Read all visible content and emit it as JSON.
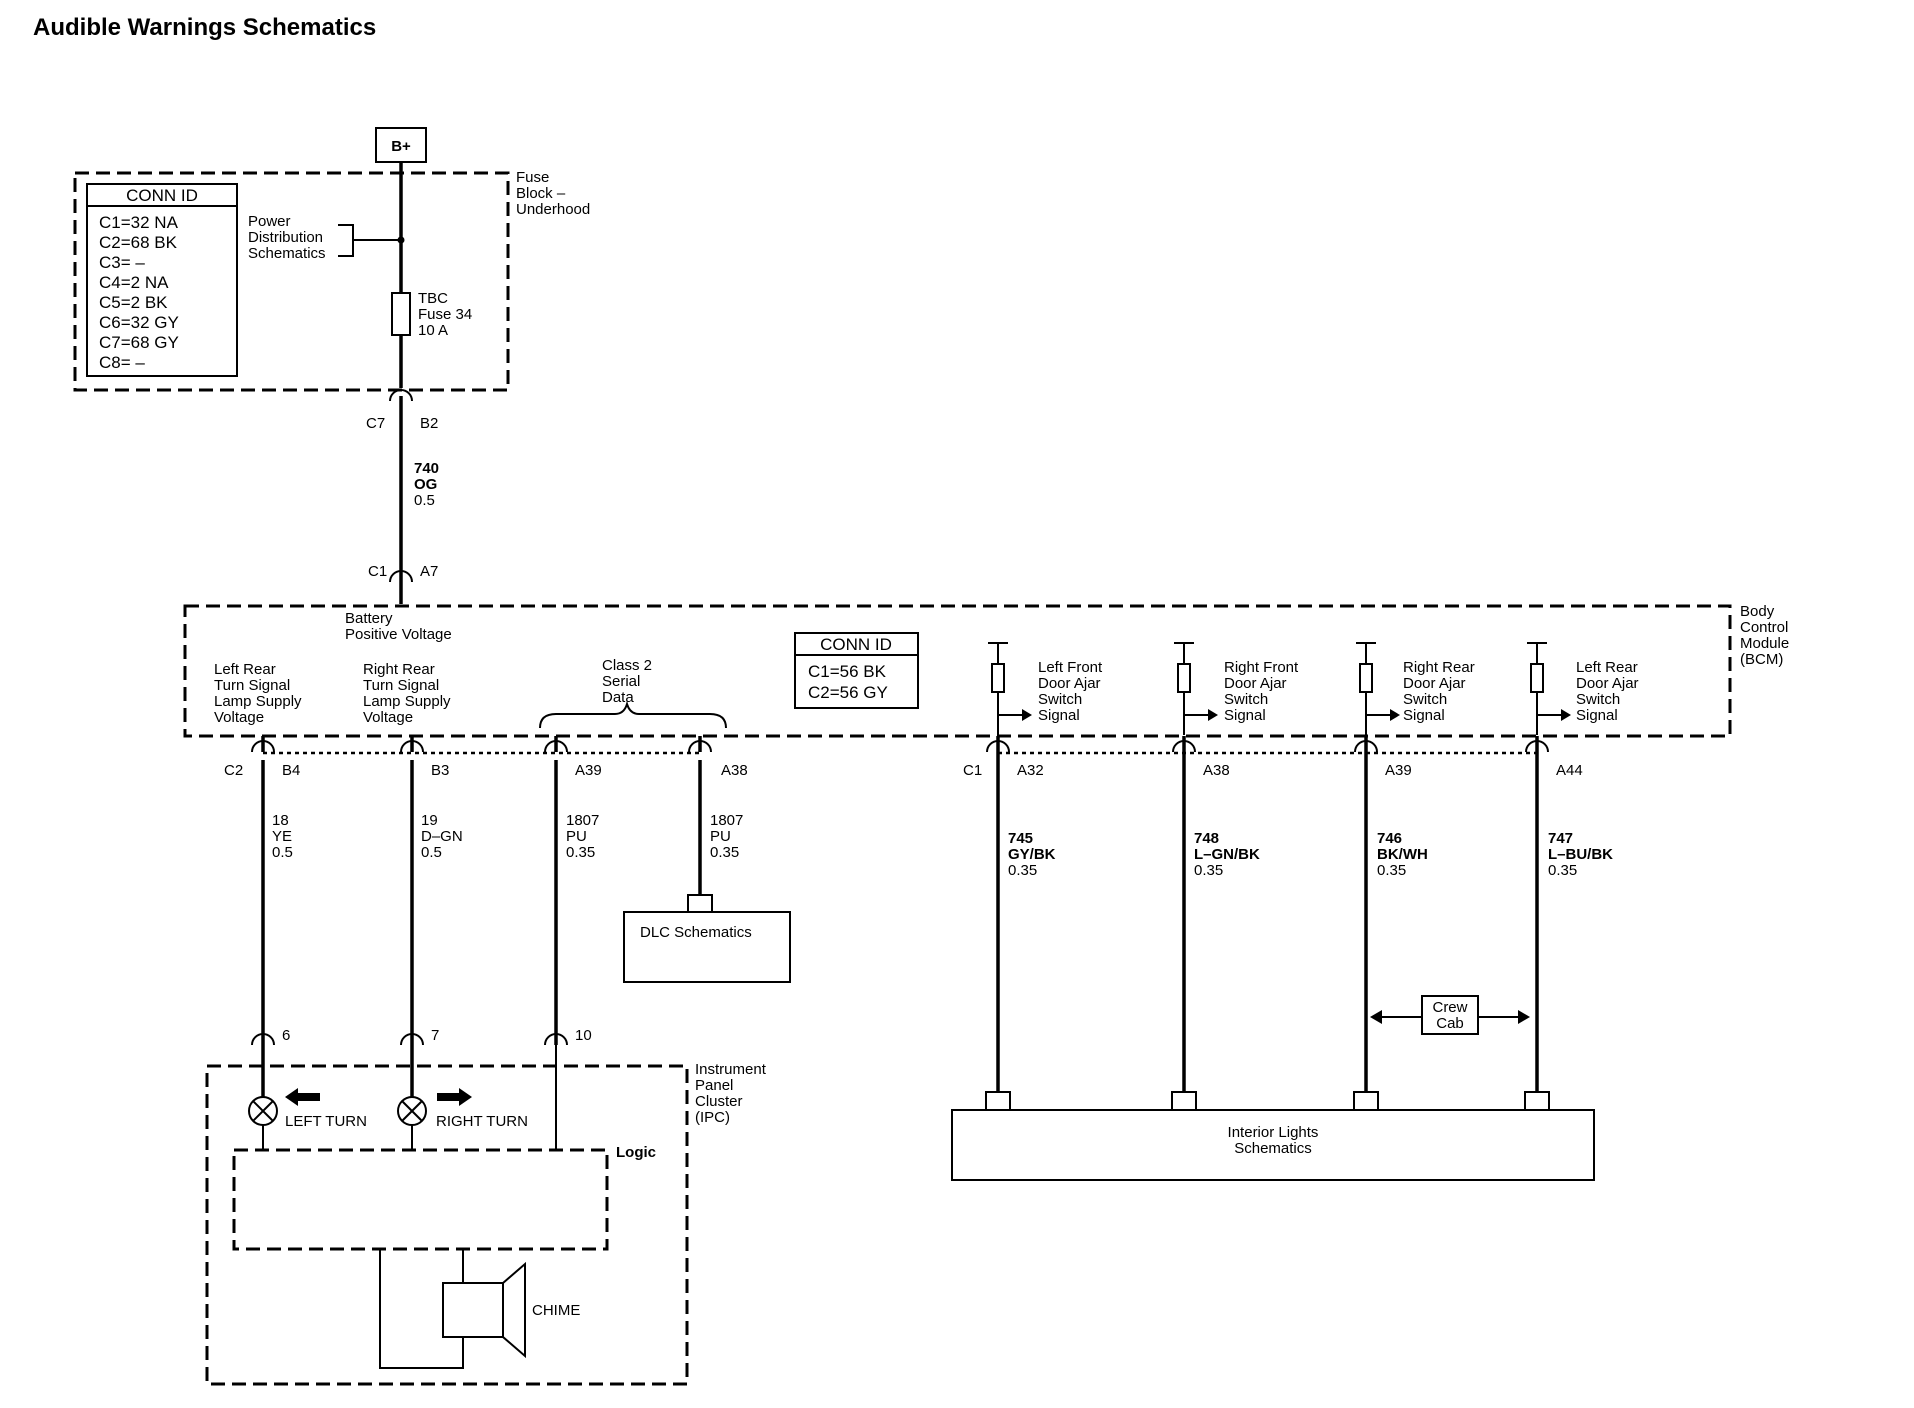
{
  "title": "Audible Warnings Schematics",
  "power": {
    "label": "B+"
  },
  "fuse_block": {
    "name": [
      "Fuse",
      "Block –",
      "Underhood"
    ],
    "conn_header": "CONN ID",
    "conn": [
      "C1=32 NA",
      "C2=68 BK",
      "C3= –",
      "C4=2 NA",
      "C5=2 BK",
      "C6=32 GY",
      "C7=68 GY",
      "C8= –"
    ],
    "power_dist": [
      "Power",
      "Distribution",
      "Schematics"
    ],
    "fuse": [
      "TBC",
      "Fuse 34",
      "10 A"
    ],
    "out_conn": "C7",
    "out_pin": "B2"
  },
  "feed_wire": {
    "circuit": "740",
    "color": "OG",
    "gauge": "0.5"
  },
  "bcm": {
    "name": [
      "Body",
      "Control",
      "Module",
      "(BCM)"
    ],
    "in_conn": "C1",
    "in_pin": "A7",
    "supply_label": [
      "Battery",
      "Positive Voltage"
    ],
    "conn_header": "CONN ID",
    "conn": [
      "C1=56 BK",
      "C2=56 GY"
    ],
    "lr_label": [
      "Left Rear",
      "Turn Signal",
      "Lamp Supply",
      "Voltage"
    ],
    "rr_label": [
      "Right Rear",
      "Turn Signal",
      "Lamp Supply",
      "Voltage"
    ],
    "class2_label": [
      "Class 2",
      "Serial",
      "Data"
    ],
    "c2_conn": "C2",
    "c1_conn": "C1",
    "switches": [
      {
        "label": [
          "Left Front",
          "Door Ajar",
          "Switch",
          "Signal"
        ],
        "pin": "A32",
        "circuit": "745",
        "color": "GY/BK",
        "gauge": "0.35"
      },
      {
        "label": [
          "Right Front",
          "Door Ajar",
          "Switch",
          "Signal"
        ],
        "pin": "A38",
        "circuit": "748",
        "color": "L–GN/BK",
        "gauge": "0.35"
      },
      {
        "label": [
          "Right Rear",
          "Door Ajar",
          "Switch",
          "Signal"
        ],
        "pin": "A39",
        "circuit": "746",
        "color": "BK/WH",
        "gauge": "0.35"
      },
      {
        "label": [
          "Left Rear",
          "Door Ajar",
          "Switch",
          "Signal"
        ],
        "pin": "A44",
        "circuit": "747",
        "color": "L–BU/BK",
        "gauge": "0.35"
      }
    ]
  },
  "ipc_wires": [
    {
      "bcm_pin": "B4",
      "circuit": "18",
      "color": "YE",
      "gauge": "0.5",
      "ipc_pin": "6"
    },
    {
      "bcm_pin": "B3",
      "circuit": "19",
      "color": "D–GN",
      "gauge": "0.5",
      "ipc_pin": "7"
    },
    {
      "bcm_pin": "A39",
      "circuit": "1807",
      "color": "PU",
      "gauge": "0.35",
      "ipc_pin": "10"
    }
  ],
  "dlc_wire": {
    "bcm_pin": "A38",
    "circuit": "1807",
    "color": "PU",
    "gauge": "0.35"
  },
  "dlc_box": "DLC Schematics",
  "crew_cab": [
    "Crew",
    "Cab"
  ],
  "interior_lights": [
    "Interior Lights",
    "Schematics"
  ],
  "ipc": {
    "name": [
      "Instrument",
      "Panel",
      "Cluster",
      "(IPC)"
    ],
    "left_turn": "LEFT TURN",
    "right_turn": "RIGHT TURN",
    "logic": "Logic",
    "chime": "CHIME"
  }
}
